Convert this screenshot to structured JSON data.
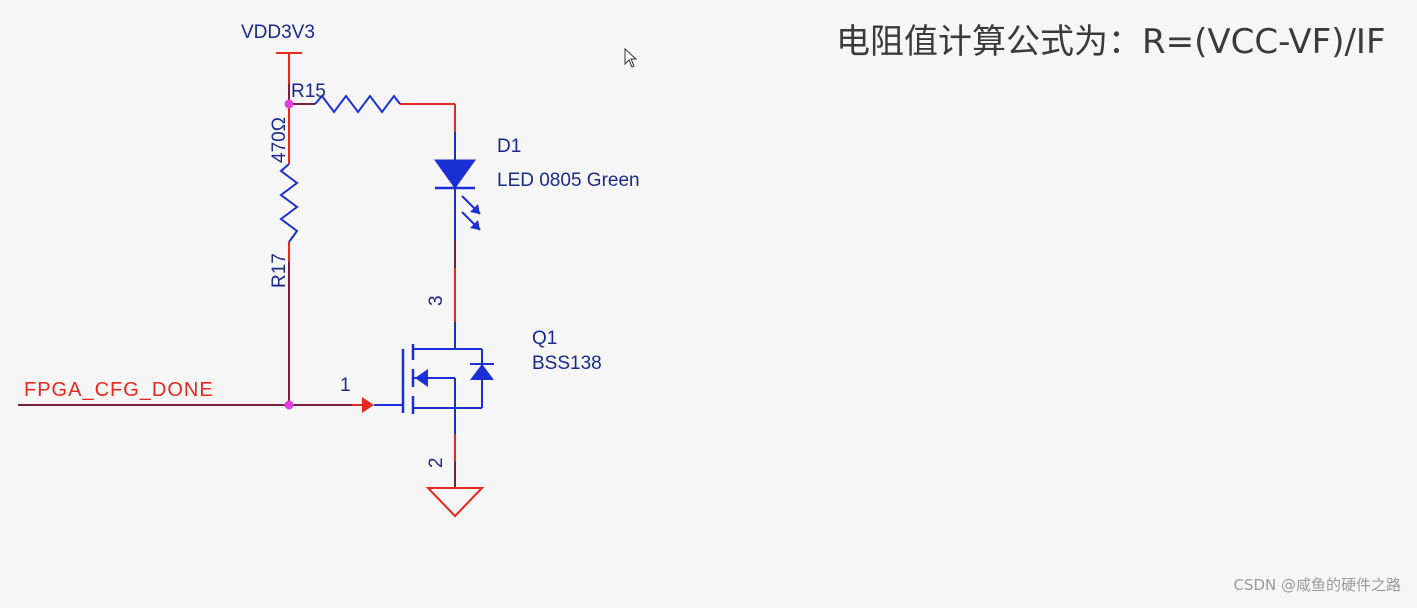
{
  "formula": {
    "text": "电阻值计算公式为：R=(VCC-VF)/IF"
  },
  "watermark": {
    "text": "CSDN @咸鱼的硬件之路"
  },
  "schematic": {
    "power": {
      "label": "VDD3V3"
    },
    "r15": {
      "ref": "R15"
    },
    "r17": {
      "ref": "R17",
      "value": "470Ω"
    },
    "d1": {
      "ref": "D1",
      "value": "LED 0805 Green"
    },
    "q1": {
      "ref": "Q1",
      "value": "BSS138",
      "pin_gate": "1",
      "pin_source": "2",
      "pin_drain": "3"
    },
    "net": {
      "label": "FPGA_CFG_DONE"
    }
  },
  "colors": {
    "wire": "#7a1e3c",
    "pin": "#e8281c",
    "component": "#1a2fd4",
    "junction": "#e040e0",
    "net_label": "#e8281c",
    "text": "#1a2a8a",
    "formula": "#3a3a3a",
    "background": "#f6f6f6"
  },
  "icons": {
    "cursor": "mouse-pointer-icon",
    "ground": "ground-symbol-icon",
    "power": "power-port-icon"
  }
}
